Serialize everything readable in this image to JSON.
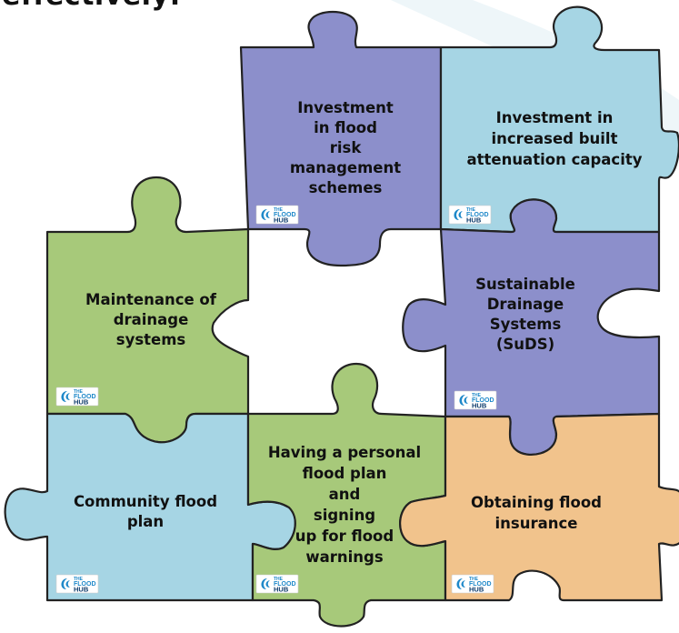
{
  "heading": "effectively:",
  "colors": {
    "purple": "#8c8fcb",
    "blue": "#a6d5e4",
    "green": "#a7c97a",
    "orange": "#f1c38c",
    "outline": "#222222",
    "logo_blue": "#1e88c9",
    "logo_navy": "#0d3b6b"
  },
  "logo": {
    "small": "THE",
    "word1": "FLOOD",
    "word2": "HUB"
  },
  "pieces": [
    {
      "id": "investment-frm",
      "color": "purple",
      "lines": [
        "Investment",
        "in flood",
        "risk",
        "management",
        "schemes"
      ]
    },
    {
      "id": "attenuation",
      "color": "blue",
      "lines": [
        "Investment in",
        "increased built",
        "attenuation capacity"
      ]
    },
    {
      "id": "maintenance",
      "color": "green",
      "lines": [
        "Maintenance of",
        "drainage",
        "systems"
      ]
    },
    {
      "id": "suds",
      "color": "purple",
      "lines": [
        "Sustainable",
        "Drainage",
        "Systems",
        "(SuDS)"
      ]
    },
    {
      "id": "community",
      "color": "blue",
      "lines": [
        "Community flood",
        "plan"
      ]
    },
    {
      "id": "personal",
      "color": "green",
      "lines": [
        "Having a personal",
        "flood plan",
        "and",
        "signing",
        "up for flood",
        "warnings"
      ]
    },
    {
      "id": "insurance",
      "color": "orange",
      "lines": [
        "Obtaining flood",
        "insurance"
      ]
    }
  ]
}
